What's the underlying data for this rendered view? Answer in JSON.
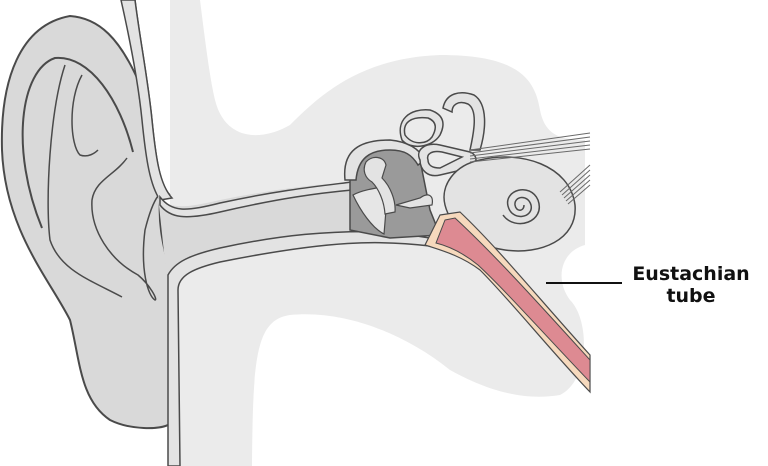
{
  "diagram": {
    "subject": "Human ear cross-section",
    "labels": [
      {
        "id": "eustachian-tube",
        "line1": "Eustachian",
        "line2": "tube"
      }
    ],
    "colors": {
      "background": "#ffffff",
      "head_tissue": "#ebebeb",
      "ear_skin": "#d9d9d9",
      "canal_wall": "#e3e3e3",
      "middle_ear_cavity": "#9a9a9a",
      "outline": "#4a4a4a",
      "tube_inner": "#dd8a92",
      "tube_outer": "#f6d9bd",
      "label_text": "#111111",
      "leader_line": "#111111"
    }
  }
}
